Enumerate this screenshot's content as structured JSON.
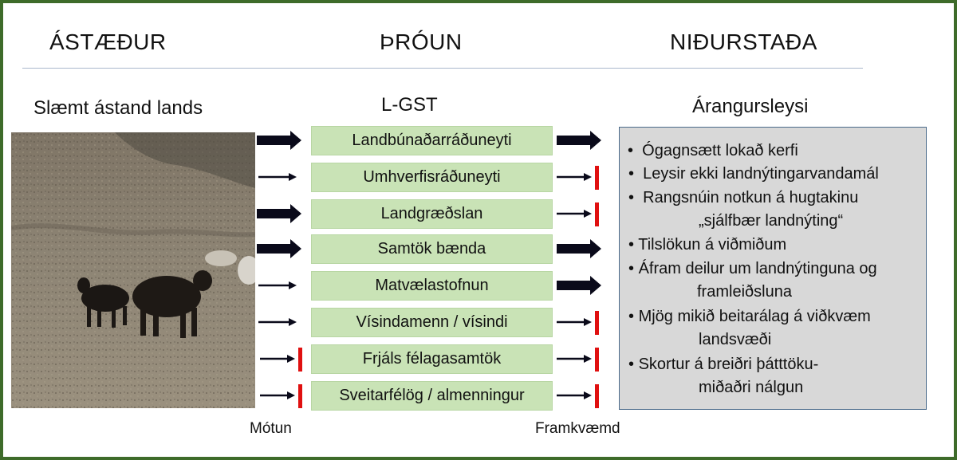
{
  "headers": {
    "left": "ÁSTÆÐUR",
    "center": "ÞRÓUN",
    "right": "NIÐURSTAÐA"
  },
  "subheaders": {
    "left": "Slæmt ástand lands",
    "center": "L-GST",
    "right": "Árangursleysi"
  },
  "actors": [
    {
      "label": "Landbúnaðarráðuneyti",
      "input": "thick",
      "output": "thick"
    },
    {
      "label": "Umhverfisráðuneyti",
      "input": "thin",
      "output": "blocked"
    },
    {
      "label": "Landgræðslan",
      "input": "thick",
      "output": "blocked"
    },
    {
      "label": "Samtök bænda",
      "input": "thick",
      "output": "thick"
    },
    {
      "label": "Matvælastofnun",
      "input": "thin",
      "output": "thick"
    },
    {
      "label": "Vísindamenn / vísindi",
      "input": "thin",
      "output": "blocked"
    },
    {
      "label": "Frjáls félagasamtök",
      "input": "blocked",
      "output": "blocked"
    },
    {
      "label": "Sveitarfélög / almenningur",
      "input": "blocked",
      "output": "blocked"
    }
  ],
  "outcomes": [
    {
      "line1": "Ógagnsætt lokað kerfi"
    },
    {
      "line1": "Leysir ekki landnýtingarvandamál"
    },
    {
      "line1": "Rangsnúin notkun á hugtakinu",
      "line2": "„sjálfbær landnýting“"
    },
    {
      "line1": "Tilslökun á viðmiðum"
    },
    {
      "line1": "Áfram deilur um landnýtinguna og",
      "line2": "framleiðsluna"
    },
    {
      "line1": "Mjög mikið  beitarálag á viðkvæm",
      "line2": "landsvæði"
    },
    {
      "line1": "Skortur á breiðri þátttöku-",
      "line2": "miðaðri nálgun"
    }
  ],
  "footer": {
    "left": "Mótun",
    "right": "Framkvæmd"
  },
  "colors": {
    "frame": "#3e6b2a",
    "box_fill": "#c9e3b6",
    "panel_fill": "#d8d8d8",
    "arrow": "#0a0a1a",
    "block_bar": "#e01010"
  },
  "icons": {
    "bullet": "•"
  }
}
